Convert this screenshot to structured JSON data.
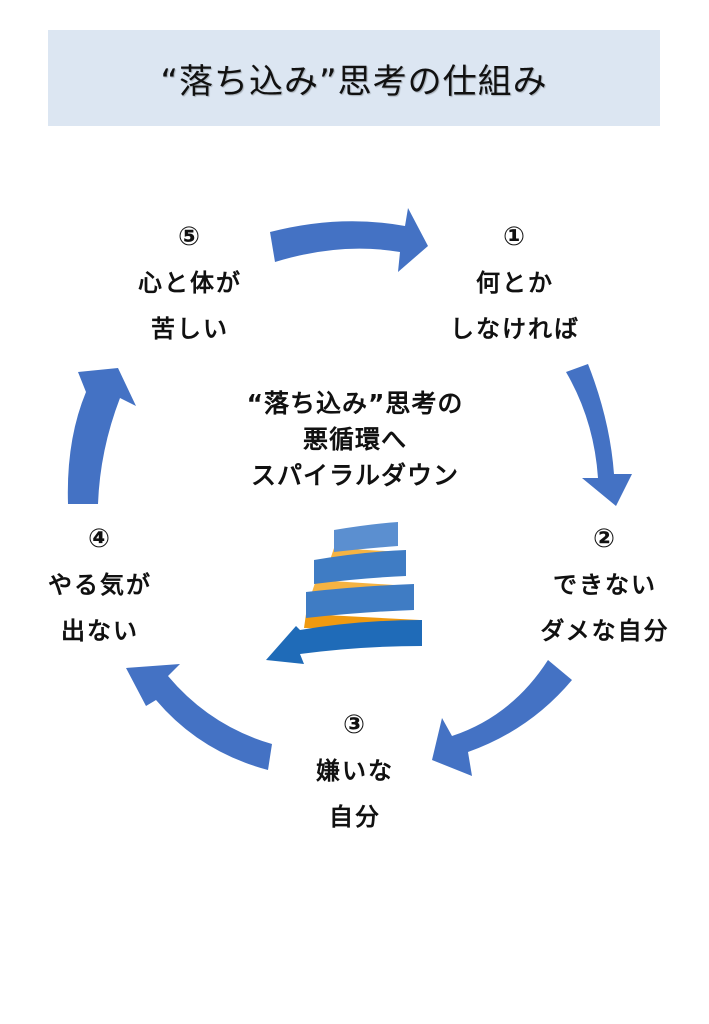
{
  "title": "“落ち込み”思考の仕組み",
  "colors": {
    "title_bg": "#dce6f2",
    "cycle_arrow": "#4472c4",
    "spiral_light_blue": "#5b8fd0",
    "spiral_mid_blue": "#3f7cc4",
    "spiral_dark_blue": "#1f6bb8",
    "spiral_orange_light": "#f5b342",
    "spiral_orange": "#f09a10"
  },
  "nodes": [
    {
      "num": "①",
      "lines": [
        "何とか",
        "しなければ"
      ]
    },
    {
      "num": "②",
      "lines": [
        "できない",
        "ダメな自分"
      ]
    },
    {
      "num": "③",
      "lines": [
        "嫌いな",
        "自分"
      ]
    },
    {
      "num": "④",
      "lines": [
        "やる気が",
        "出ない"
      ]
    },
    {
      "num": "⑤",
      "lines": [
        "心と体が",
        "苦しい"
      ]
    }
  ],
  "center": {
    "lines": [
      "“落ち込み”思考の",
      "悪循環へ",
      "スパイラルダウン"
    ]
  },
  "icons": {
    "cycle_arrows": "curved-arrow-icon",
    "spiral": "spiral-down-icon"
  }
}
